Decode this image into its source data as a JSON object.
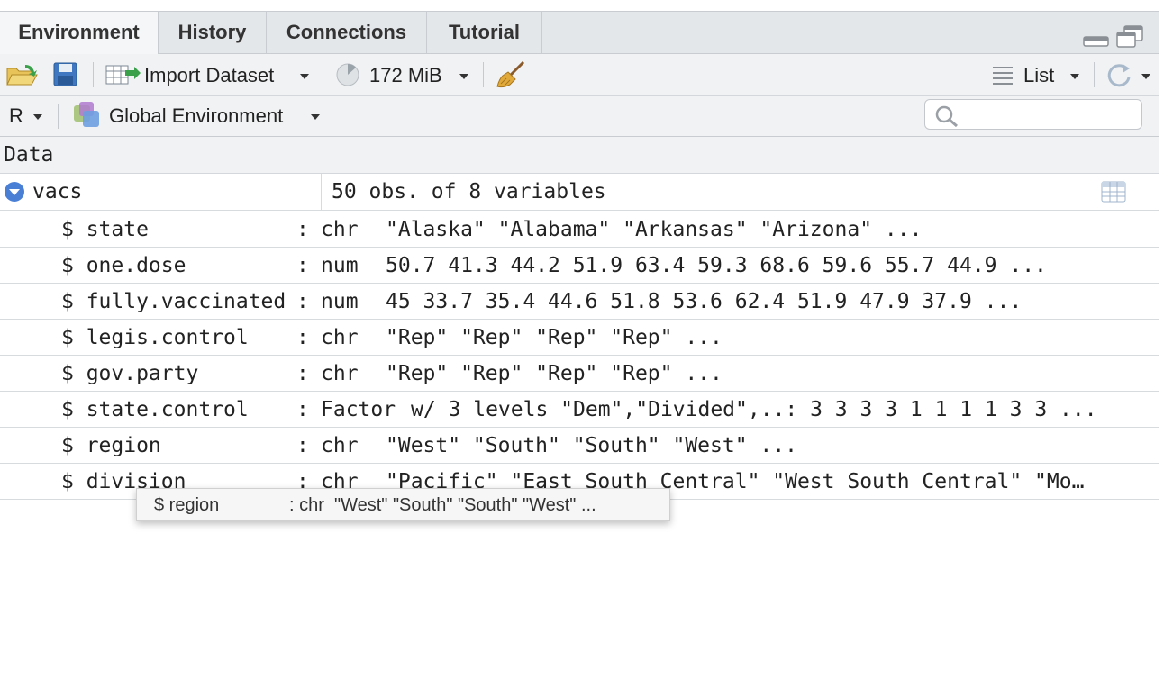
{
  "tabs": [
    {
      "label": "Environment",
      "active": true
    },
    {
      "label": "History",
      "active": false
    },
    {
      "label": "Connections",
      "active": false
    },
    {
      "label": "Tutorial",
      "active": false
    }
  ],
  "toolbar": {
    "import_label": "Import Dataset",
    "memory_label": "172 MiB",
    "view_mode_label": "List"
  },
  "toolbar2": {
    "language_label": "R",
    "environment_label": "Global Environment",
    "search_placeholder": ""
  },
  "section": {
    "title": "Data"
  },
  "object": {
    "name": "vacs",
    "summary": "50 obs. of 8 variables"
  },
  "variables": [
    {
      "name": "$ state",
      "colon": ":",
      "type": "chr",
      "values": "\"Alaska\" \"Alabama\" \"Arkansas\" \"Arizona\" ..."
    },
    {
      "name": "$ one.dose",
      "colon": ":",
      "type": "num",
      "values": "50.7 41.3 44.2 51.9 63.4 59.3 68.6 59.6 55.7 44.9 ..."
    },
    {
      "name": "$ fully.vaccinated",
      "colon": ":",
      "type": "num",
      "values": "45 33.7 35.4 44.6 51.8 53.6 62.4 51.9 47.9 37.9 ..."
    },
    {
      "name": "$ legis.control",
      "colon": ":",
      "type": "chr",
      "values": "\"Rep\" \"Rep\" \"Rep\" \"Rep\" ..."
    },
    {
      "name": "$ gov.party",
      "colon": ":",
      "type": "chr",
      "values": "\"Rep\" \"Rep\" \"Rep\" \"Rep\" ..."
    },
    {
      "name": "$ state.control",
      "colon": ":",
      "type": "Factor",
      "values": "w/ 3 levels \"Dem\",\"Divided\",..: 3 3 3 3 1 1 1 1 3 3 ..."
    },
    {
      "name": "$ region",
      "colon": ":",
      "type": "chr",
      "values": "\"West\" \"South\" \"South\" \"West\" ..."
    },
    {
      "name": "$ division",
      "colon": ":",
      "type": "chr",
      "values": "\"Pacific\" \"East South Central\" \"West South Central\" \"Mo…"
    }
  ],
  "tooltip": {
    "name": "$ region",
    "desc": ": chr  \"West\" \"South\" \"South\" \"West\" ..."
  },
  "colors": {
    "accent_blue": "#4a7fd6",
    "tab_bg": "#e4e7ea",
    "toolbar_bg": "#f0f2f4"
  }
}
